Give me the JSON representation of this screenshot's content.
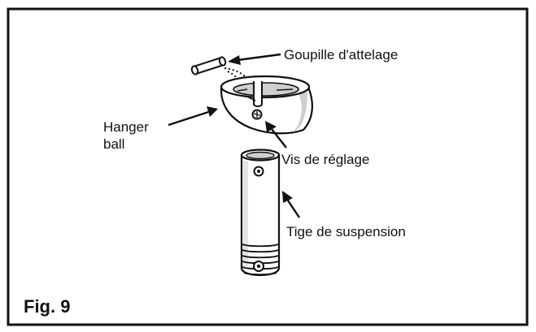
{
  "figure_label": "Fig. 9",
  "labels": {
    "coupling_pin": "Goupille d'attelage",
    "hanger_ball_line1": "Hanger",
    "hanger_ball_line2": "ball",
    "set_screw": "Vis de réglage",
    "downrod": "Tige de suspension"
  },
  "colors": {
    "ink": "#111111",
    "paper": "#ffffff",
    "shade": "#cfcfcf"
  }
}
